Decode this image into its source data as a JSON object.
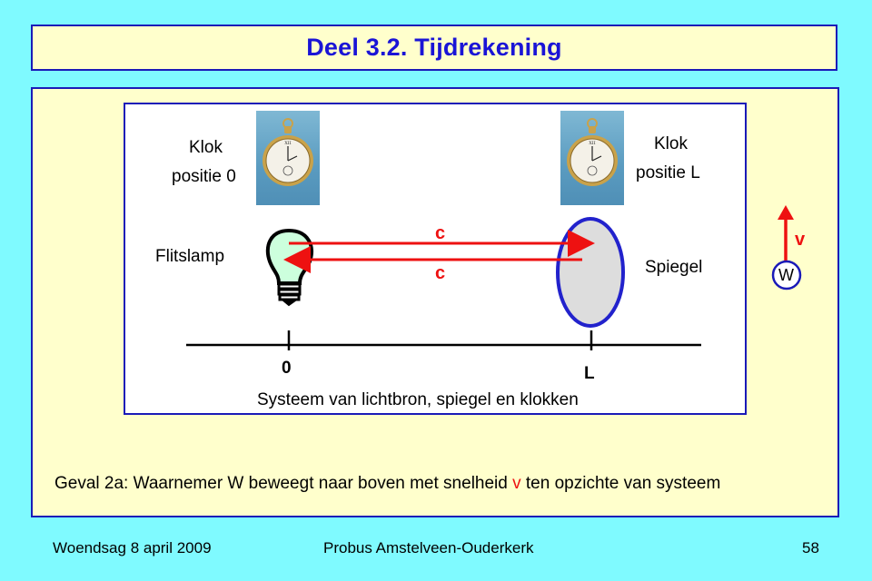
{
  "slide": {
    "title": "Deel 3.2. Tijdrekening"
  },
  "diagram": {
    "clock_left_label_line1": "Klok",
    "clock_left_label_line2": "positie 0",
    "clock_right_label_line1": "Klok",
    "clock_right_label_line2": "positie L",
    "lamp_label": "Flitslamp",
    "mirror_label": "Spiegel",
    "arrow_top_label": "c",
    "arrow_bottom_label": "c",
    "axis_label_0": "0",
    "axis_label_L": "L",
    "system_caption": "Systeem van lichtbron, spiegel en klokken"
  },
  "observer": {
    "velocity_label": "v",
    "observer_label": "W"
  },
  "caption": {
    "text_before": "Geval 2a: Waarnemer W beweegt naar boven met snelheid ",
    "text_v": "v",
    "text_after": " ten opzichte van systeem"
  },
  "footer": {
    "date": "Woendsag 8 april 2009",
    "organization": "Probus Amstelveen-Ouderkerk",
    "page_number": "58"
  },
  "colors": {
    "background": "#7ffaff",
    "panel": "#ffffcc",
    "border_blue": "#1a1ab8",
    "title_blue": "#1a14d6",
    "arrow_red": "#ee1111",
    "lamp_green": "#ccffdd",
    "mirror_grey": "#dddddd"
  }
}
